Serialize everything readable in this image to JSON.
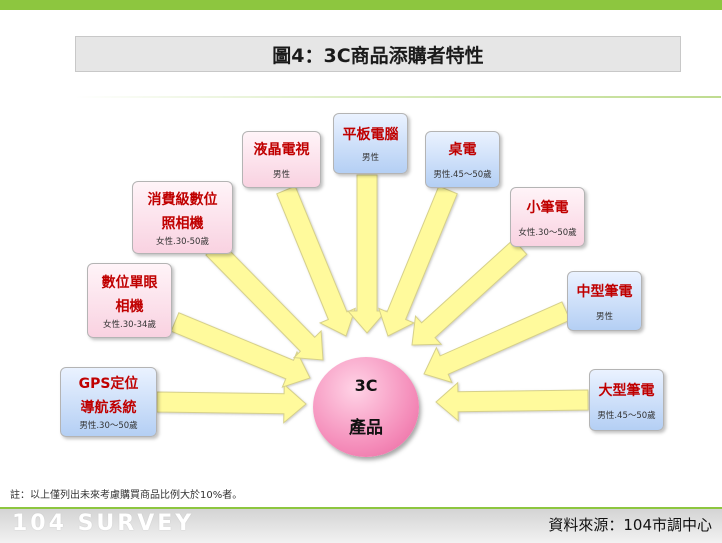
{
  "title": "圖4：3C商品添購者特性",
  "center": {
    "line1": "3C",
    "line2": "產品"
  },
  "items": [
    {
      "label": "GPS定位導航系統",
      "line1": "GPS定位",
      "line2": "導航系統",
      "sub": "男性.30～50歲"
    },
    {
      "label": "數位單眼相機",
      "line1": "數位單眼",
      "line2": "相機",
      "sub": "女性.30-34歲"
    },
    {
      "label": "消費級數位照相機",
      "line1": "消費級數位",
      "line2": "照相機",
      "sub": "女性.30-50歲"
    },
    {
      "label": "液晶電視",
      "line1": "液晶電視",
      "sub": "男性"
    },
    {
      "label": "平板電腦",
      "line1": "平板電腦",
      "sub": "男性"
    },
    {
      "label": "桌電",
      "line1": "桌電",
      "sub": "男性.45～50歲"
    },
    {
      "label": "小筆電",
      "line1": "小筆電",
      "sub": "女性.30～50歲"
    },
    {
      "label": "中型筆電",
      "line1": "中型筆電",
      "sub": "男性"
    },
    {
      "label": "大型筆電",
      "line1": "大型筆電",
      "sub": "男性.45～50歲"
    }
  ],
  "note": "註：以上僅列出未來考慮購買商品比例大於10%者。",
  "footer": {
    "logo": "104 SURVEY",
    "source": "資料來源：104市調中心"
  },
  "colors": {
    "brand_green": "#8dc63f",
    "label_red": "#c00000",
    "arrow_yellow": "#fffa9c",
    "center_pink": "#f48ab8"
  }
}
